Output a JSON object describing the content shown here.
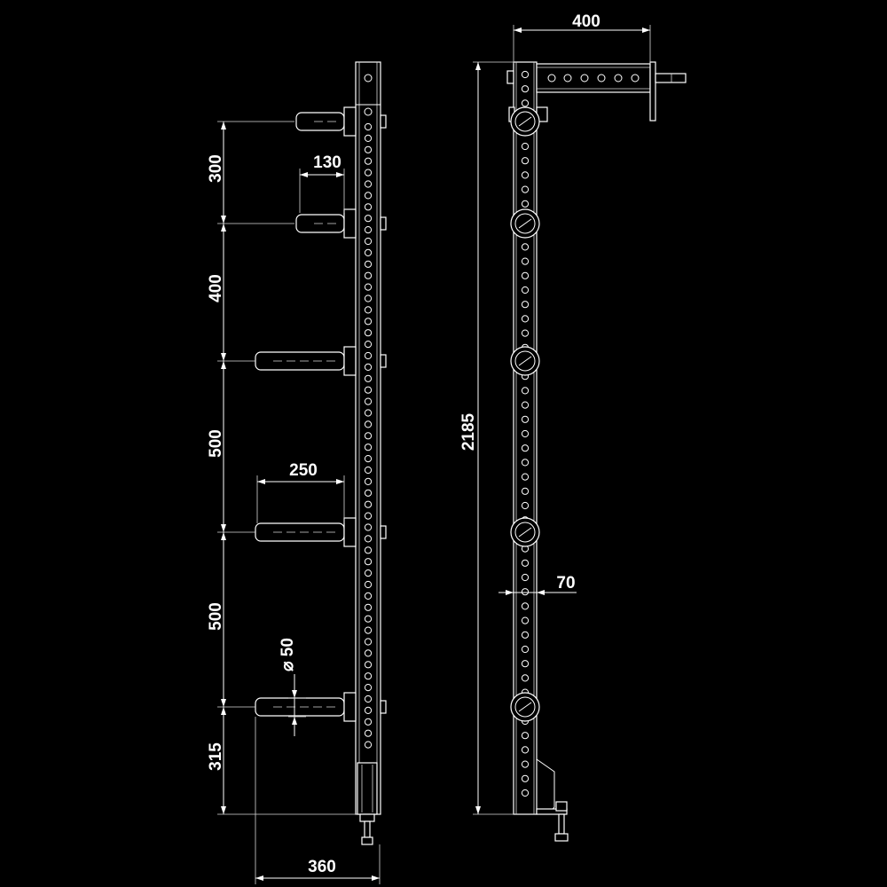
{
  "dimensions": {
    "d300": "300",
    "d130": "130",
    "d400_left": "400",
    "d500_a": "500",
    "d250": "250",
    "d500_b": "500",
    "d_diam": "⌀ 50",
    "d315": "315",
    "d360": "360",
    "d400_top": "400",
    "d2185": "2185",
    "d70": "70"
  },
  "colors": {
    "background": "#000000",
    "line": "#ffffff"
  }
}
